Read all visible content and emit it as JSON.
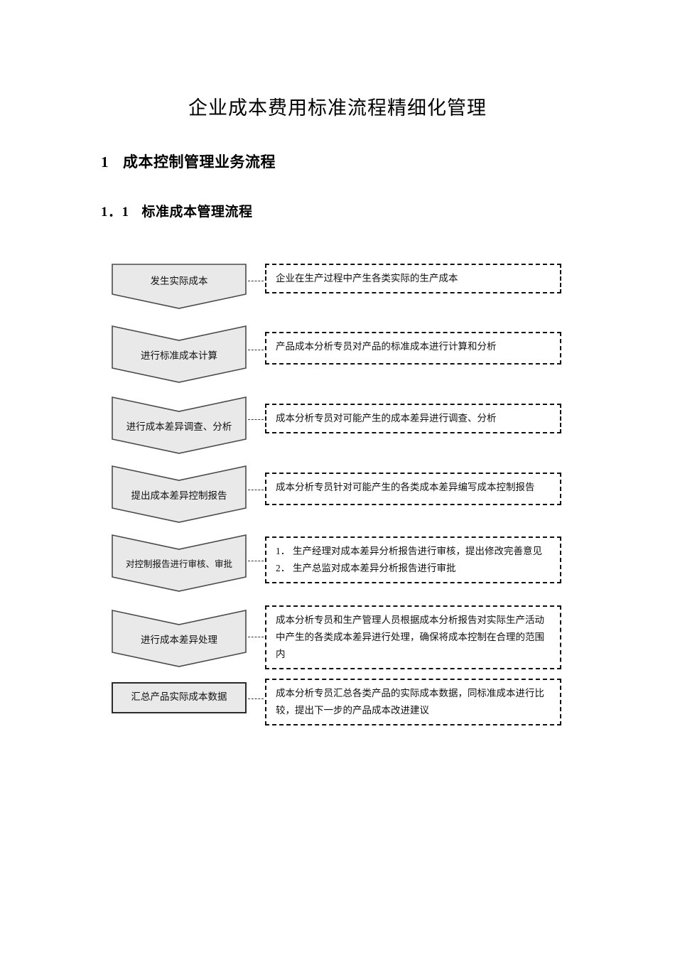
{
  "document": {
    "title": "企业成本费用标准流程精细化管理",
    "section": {
      "number": "1",
      "label": "成本控制管理业务流程"
    },
    "subsection": {
      "number": "1．1",
      "label": "标准成本管理流程"
    }
  },
  "theme": {
    "shape_fill": "#e9e9e9",
    "shape_stroke": "#4a4a4a",
    "box_stroke": "#111111",
    "page_background": "#ffffff",
    "text_color": "#111111"
  },
  "flow": {
    "steps": [
      {
        "shape": "pentagon-down",
        "label": "发生实际成本",
        "description_lines": [
          "企业在生产过程中产生各类实际的生产成本"
        ],
        "numbered": false
      },
      {
        "shape": "chevron-down",
        "label": "进行标准成本计算",
        "description_lines": [
          "产品成本分析专员对产品的标准成本进行计算和分析"
        ],
        "numbered": false
      },
      {
        "shape": "chevron-down",
        "label": "进行成本差异调查、分析",
        "description_lines": [
          "成本分析专员对可能产生的成本差异进行调查、分析"
        ],
        "numbered": false
      },
      {
        "shape": "chevron-down",
        "label": "提出成本差异控制报告",
        "description_lines": [
          "成本分析专员针对可能产生的各类成本差异编写成本控制报告"
        ],
        "numbered": false
      },
      {
        "shape": "chevron-down",
        "label": "对控制报告进行审核、审批",
        "description_lines": [
          "生产经理对成本差异分析报告进行审核，提出修改完善意见",
          "生产总监对成本差异分析报告进行审批"
        ],
        "numbered": true,
        "markers": [
          "1．",
          "2．"
        ]
      },
      {
        "shape": "chevron-down",
        "label": "进行成本差异处理",
        "description_lines": [
          "成本分析专员和生产管理人员根据成本分析报告对实际生产活动中产生的各类成本差异进行处理，确保将成本控制在合理的范围内"
        ],
        "numbered": false
      },
      {
        "shape": "rectangle",
        "label": "汇总产品实际成本数据",
        "description_lines": [
          "成本分析专员汇总各类产品的实际成本数据，同标准成本进行比较，提出下一步的产品成本改进建议"
        ],
        "numbered": false
      }
    ]
  }
}
